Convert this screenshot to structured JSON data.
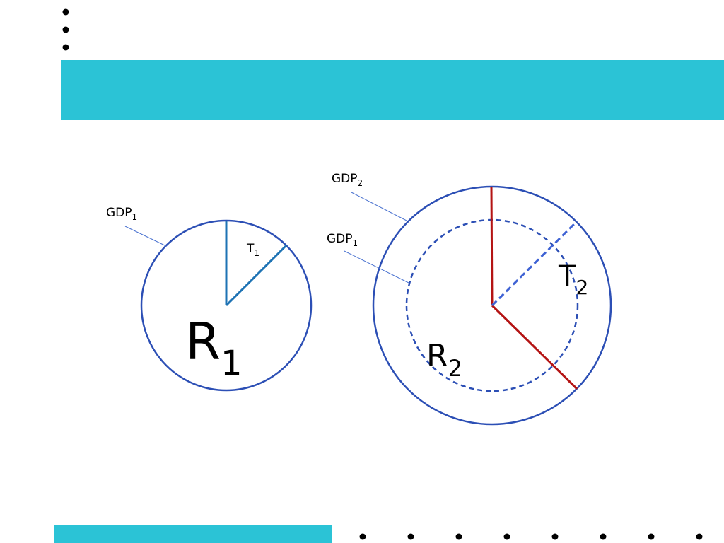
{
  "theme": {
    "accent_bar": "#2bc3d6",
    "circle_stroke": "#2c4fb5",
    "slice_1_stroke": "#1e73b4",
    "slice_2_stroke": "#b41414",
    "tax_2_dashed": "#3e62d4",
    "leader_line": "#4a72d0",
    "text": "#000000"
  },
  "diagram": {
    "left_pie": {
      "outer_label": {
        "main": "GDP",
        "sub": "1"
      },
      "tax_label": {
        "main": "T",
        "sub": "1"
      },
      "remainder_label": {
        "main": "R",
        "sub": "1"
      }
    },
    "right_pie": {
      "outer_label": {
        "main": "GDP",
        "sub": "2"
      },
      "inner_label": {
        "main": "GDP",
        "sub": "1"
      },
      "tax_label": {
        "main": "T",
        "sub": "2"
      },
      "remainder_label": {
        "main": "R",
        "sub": "2"
      }
    }
  }
}
